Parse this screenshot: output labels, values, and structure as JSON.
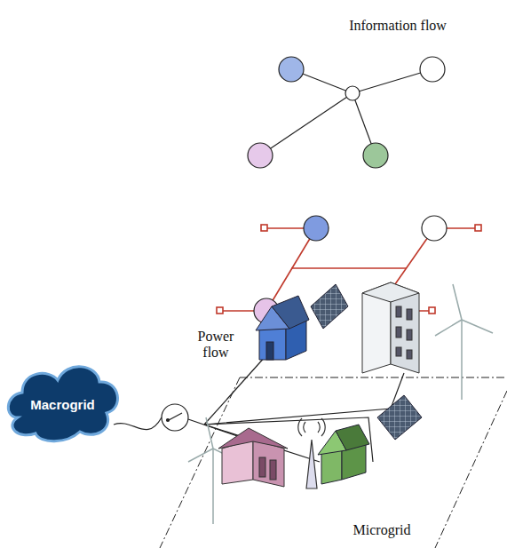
{
  "diagram": {
    "nodes": [
      {
        "text": [
          "Information flow"
        ]
      },
      {
        "text": [
          "Power flow"
        ]
      },
      {
        "text": [
          "Macrogrid"
        ]
      }
    ],
    "labels": [
      "Microgrid"
    ]
  }
}
